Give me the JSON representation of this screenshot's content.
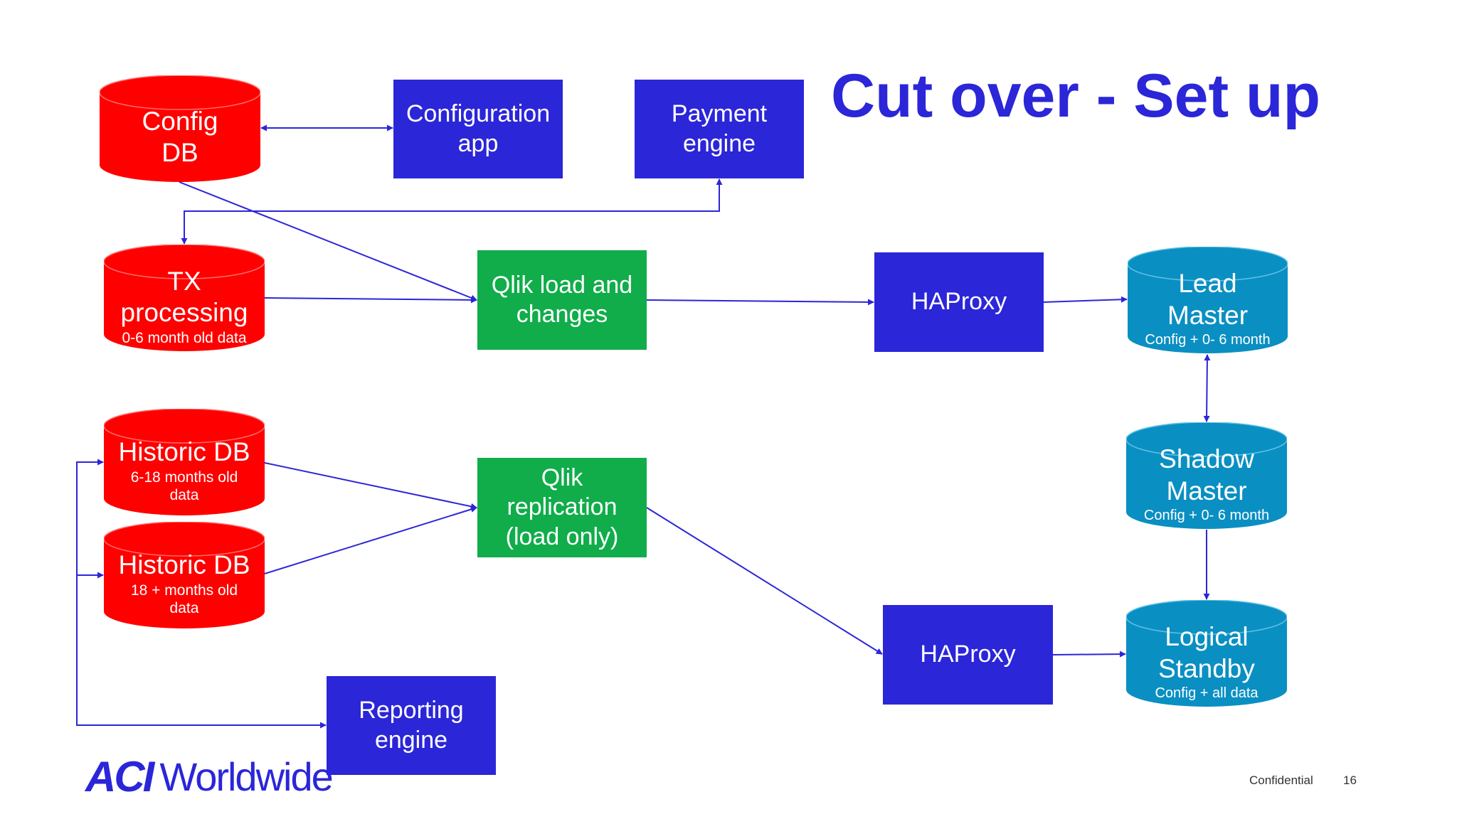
{
  "slide": {
    "title": "Cut over - Set up",
    "footer": {
      "confidential": "Confidential",
      "page_number": "16"
    },
    "logo": {
      "mark": "ACI",
      "word": "Worldwide"
    }
  },
  "colors": {
    "database_red": "#ff0000",
    "replica_teal": "#0a8fc2",
    "box_blue": "#2b26d8",
    "box_green": "#10ad4a",
    "connector": "#2b26d8"
  },
  "nodes": {
    "config_db": {
      "title": "Config\nDB"
    },
    "configuration_app": {
      "label": "Configuration\napp"
    },
    "payment_engine": {
      "label": "Payment\nengine"
    },
    "tx_processing": {
      "title": "TX\nprocessing",
      "subtitle": "0-6 month old data"
    },
    "qlik_load_and_changes": {
      "label": "Qlik load and\nchanges"
    },
    "haproxy_top": {
      "label": "HAProxy"
    },
    "lead_master": {
      "title": "Lead\nMaster",
      "subtitle": "Config + 0- 6 month"
    },
    "historic_db_6_18": {
      "title": "Historic DB",
      "subtitle": "6-18 months old\ndata"
    },
    "historic_db_18_plus": {
      "title": "Historic DB",
      "subtitle": "18 + months old\ndata"
    },
    "qlik_replication": {
      "label": "Qlik\nreplication\n(load only)"
    },
    "shadow_master": {
      "title": "Shadow\nMaster",
      "subtitle": "Config + 0- 6 month"
    },
    "haproxy_bottom": {
      "label": "HAProxy"
    },
    "logical_standby": {
      "title": "Logical\nStandby",
      "subtitle": "Config + all data"
    },
    "reporting_engine": {
      "label": "Reporting\nengine"
    }
  },
  "connections": [
    {
      "from": "config_db",
      "to": "configuration_app",
      "direction": "both"
    },
    {
      "from": "config_db",
      "to": "qlik_load_and_changes",
      "direction": "forward"
    },
    {
      "from": "payment_engine",
      "to": "tx_processing",
      "direction": "both"
    },
    {
      "from": "tx_processing",
      "to": "qlik_load_and_changes",
      "direction": "forward"
    },
    {
      "from": "qlik_load_and_changes",
      "to": "haproxy_top",
      "direction": "forward"
    },
    {
      "from": "haproxy_top",
      "to": "lead_master",
      "direction": "forward"
    },
    {
      "from": "lead_master",
      "to": "shadow_master",
      "direction": "both"
    },
    {
      "from": "shadow_master",
      "to": "logical_standby",
      "direction": "forward"
    },
    {
      "from": "historic_db_6_18",
      "to": "qlik_replication",
      "direction": "forward"
    },
    {
      "from": "historic_db_18_plus",
      "to": "qlik_replication",
      "direction": "forward"
    },
    {
      "from": "qlik_replication",
      "to": "haproxy_bottom",
      "direction": "forward"
    },
    {
      "from": "haproxy_bottom",
      "to": "logical_standby",
      "direction": "forward"
    },
    {
      "from": "reporting_engine",
      "to": "historic_db_6_18",
      "direction": "forward"
    },
    {
      "from": "reporting_engine",
      "to": "historic_db_18_plus",
      "direction": "forward"
    }
  ]
}
